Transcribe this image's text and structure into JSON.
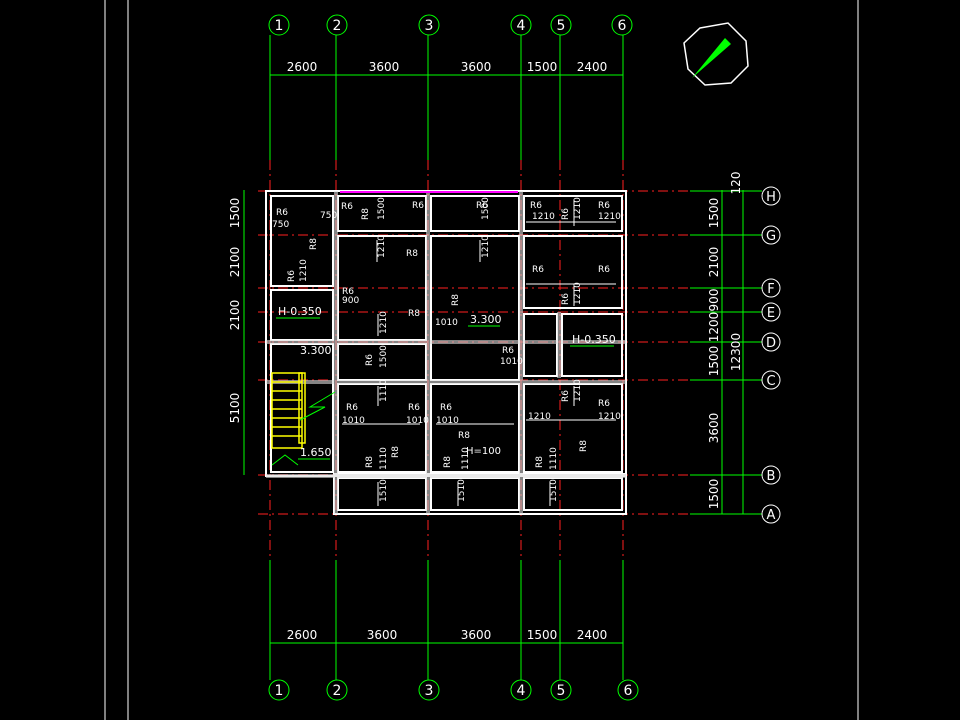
{
  "colors": {
    "background": "#000000",
    "grid_line": "#ff2020",
    "dimension": "#00ff00",
    "wall": "#ffffff",
    "text": "#ffffff",
    "stair": "#ffff00",
    "magenta_beam": "#ff00ff",
    "north_arrow": "#00ff00",
    "frame": "#ffffff"
  },
  "column_axes": [
    "1",
    "2",
    "3",
    "4",
    "5",
    "6"
  ],
  "row_axes": [
    "H",
    "G",
    "F",
    "E",
    "D",
    "C",
    "B",
    "A"
  ],
  "top_dims": [
    "2600",
    "3600",
    "3600",
    "1500",
    "2400"
  ],
  "bottom_dims": [
    "2600",
    "3600",
    "3600",
    "1500",
    "2400"
  ],
  "left_dims": [
    "1500",
    "2100",
    "2100",
    "5100"
  ],
  "right_dims": [
    "120",
    "1500",
    "2100",
    "900",
    "1200",
    "1500",
    "3600",
    "1500"
  ],
  "right_total": "12300",
  "elevations": {
    "left_top": "H-0.350",
    "right_mid": "H-0.350",
    "center": "3.300",
    "stair_top": "3.300",
    "stair_bottom": "1.650",
    "lower_mid": "H=100"
  },
  "rebar_labels": {
    "r6": "R6",
    "r8": "R8",
    "s1210": "1210",
    "s750": "750",
    "s1500": "1500",
    "s900": "900",
    "s1010": "1010",
    "s1510": "1510",
    "s1110": "1110"
  }
}
